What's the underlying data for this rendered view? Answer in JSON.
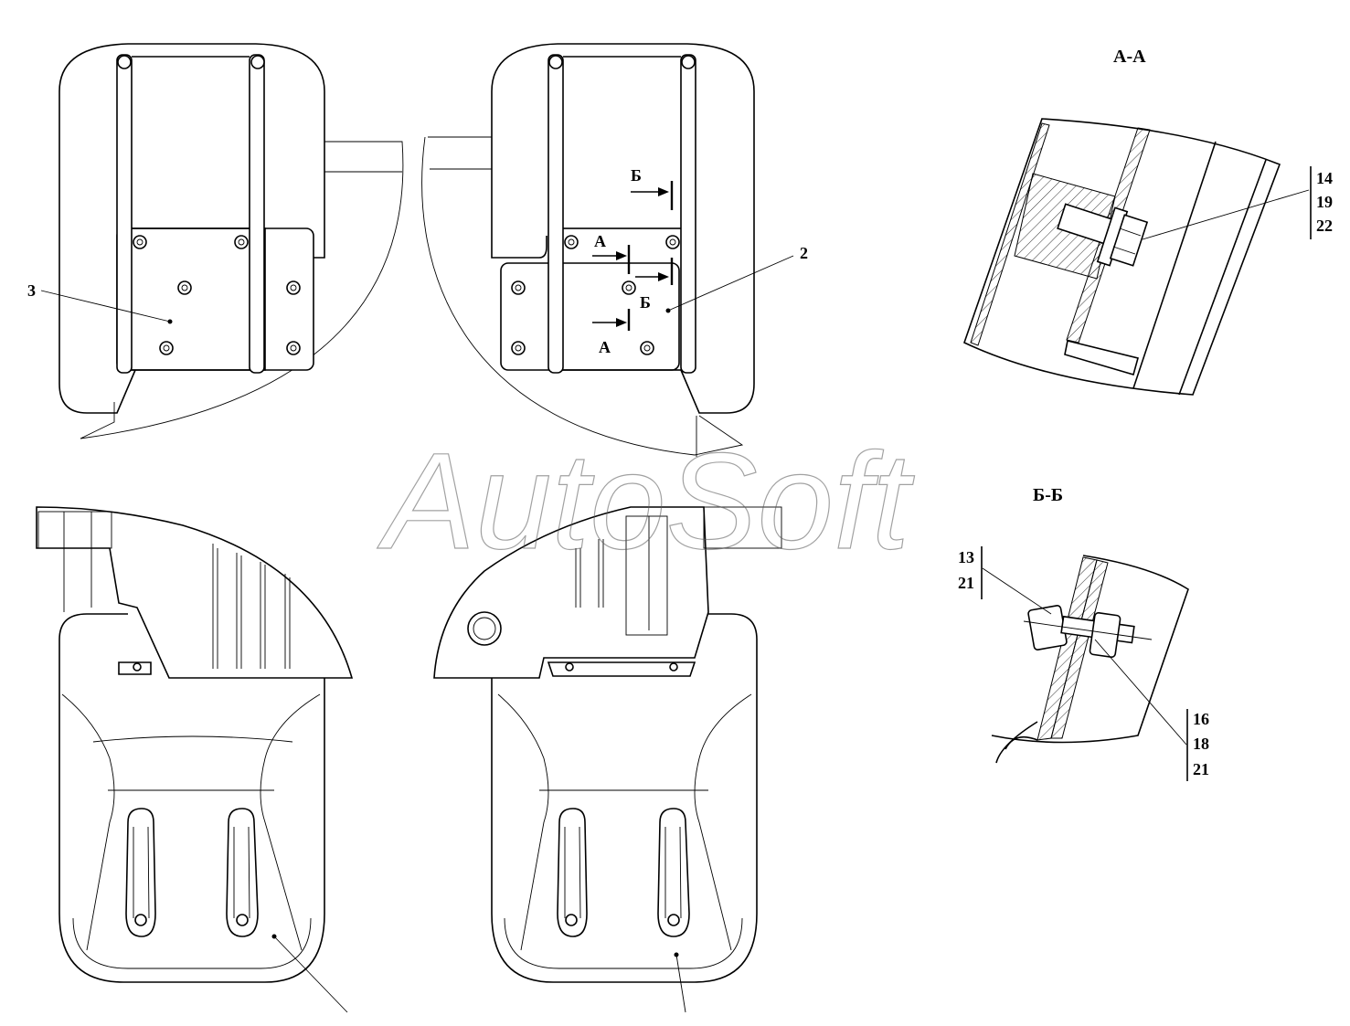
{
  "watermark": "AutoSoft",
  "section_titles": {
    "aa": "А-А",
    "bb": "Б-Б"
  },
  "callouts": {
    "part3": "3",
    "part2": "2",
    "aa_group": [
      "14",
      "19",
      "22"
    ],
    "bb_group_left": [
      "13",
      "21"
    ],
    "bb_group_right": [
      "16",
      "18",
      "21"
    ]
  },
  "cut_marks": {
    "a_top": "А",
    "a_bottom": "А",
    "b_top": "Б",
    "b_bottom": "Б"
  }
}
